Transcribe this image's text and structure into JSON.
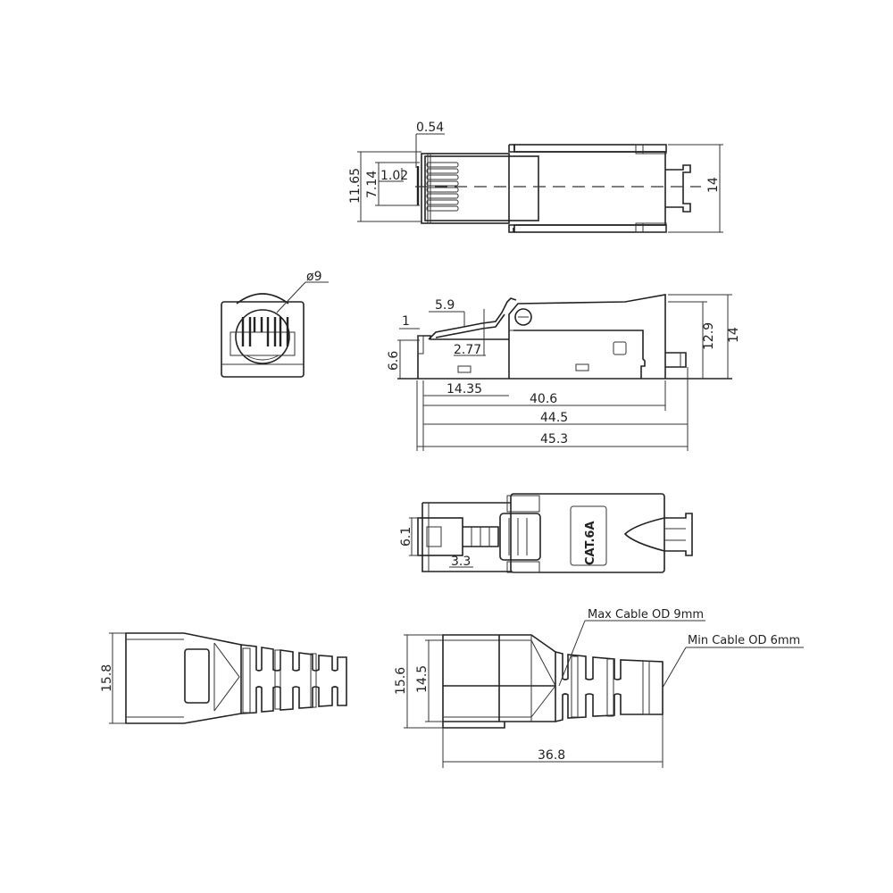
{
  "views": {
    "top_view": {
      "name": "RJ45 plug top view",
      "dimensions": {
        "pin_pitch_offset": "0.54",
        "overall_height_contact": "11.65",
        "contact_span": "7.14",
        "pin_pitch": "1.02",
        "body_width": "14"
      }
    },
    "end_view": {
      "name": "Cable entry end view",
      "dimensions": {
        "cable_diameter": "ø9"
      }
    },
    "side_view": {
      "name": "RJ45 plug side view",
      "dimensions": {
        "latch_offset": "1",
        "latch_length": "5.9",
        "latch_height": "2.77",
        "nose_height": "6.6",
        "nose_length": "14.35",
        "body_length": "40.6",
        "length_with_tail": "44.5",
        "overall_length": "45.3",
        "body_height": "12.9",
        "overall_height": "14"
      }
    },
    "bottom_view": {
      "name": "RJ45 plug bottom view",
      "label": "CAT.6A",
      "dimensions": {
        "tab_width": "6.1",
        "tab_length": "3.3"
      }
    },
    "boot_view": {
      "name": "Strain relief boot",
      "dimensions": {
        "boot_height": "15.8"
      }
    },
    "assembly_view": {
      "name": "Plug with boot assembly",
      "dimensions": {
        "outer_height": "15.6",
        "inner_height": "14.5",
        "assembly_length": "36.8"
      },
      "callouts": {
        "max_cable": "Max Cable OD 9mm",
        "min_cable": "Min Cable OD 6mm"
      }
    }
  },
  "colors": {
    "line": "#222222",
    "background": "#ffffff"
  }
}
